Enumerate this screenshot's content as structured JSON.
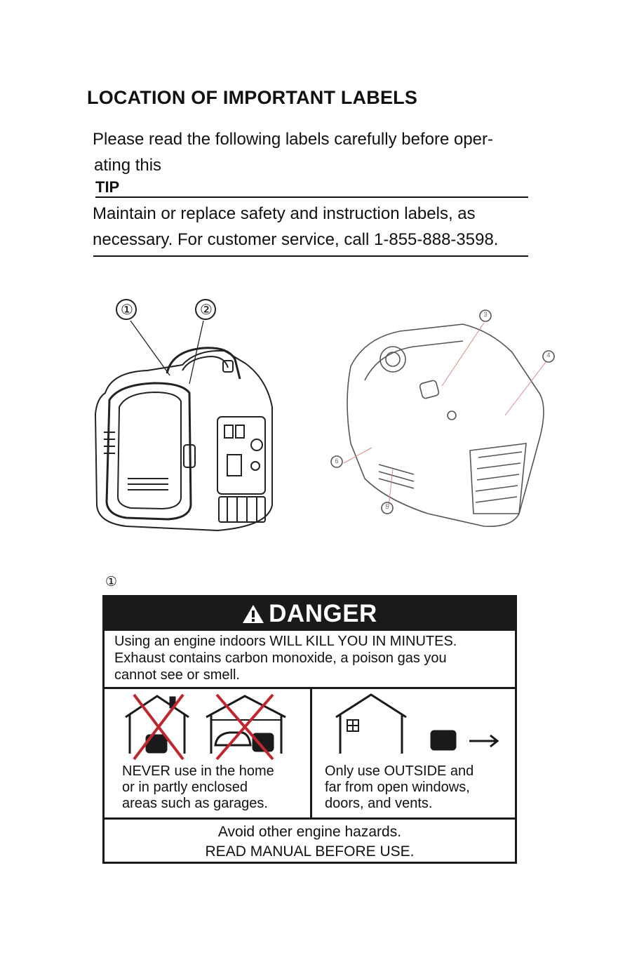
{
  "heading": "LOCATION OF IMPORTANT LABELS",
  "intro": {
    "line1": "Please read the following labels carefully before oper-",
    "line2": "ating this"
  },
  "tip": {
    "label": "TIP",
    "line1": "Maintain or replace safety and instruction labels, as",
    "line2": "necessary. For customer service, call 1-855-888-3598."
  },
  "callouts": {
    "c1": "①",
    "c2": "②",
    "c3": "3",
    "c4": "4",
    "c5": "5",
    "c6": "6"
  },
  "label1_marker": "①",
  "danger": {
    "header": "DANGER",
    "line1": "Using an engine indoors WILL KILL YOU IN MINUTES.",
    "line2": "Exhaust contains carbon monoxide, a poison gas you",
    "line3": "cannot see or smell.",
    "never": [
      "NEVER use in the home",
      "or in partly enclosed",
      "areas such as garages."
    ],
    "only": [
      "Only use OUTSIDE and",
      "far from open windows,",
      "doors, and vents."
    ],
    "footer1": "Avoid other engine hazards.",
    "footer2": "READ MANUAL BEFORE USE."
  },
  "colors": {
    "prohibit_x": "#c0262d",
    "label_black": "#1a1a1a"
  }
}
